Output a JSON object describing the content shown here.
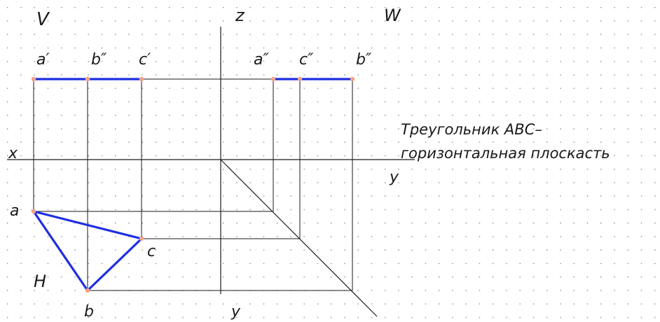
{
  "diagram": {
    "plane_labels": {
      "V": "V",
      "W": "W",
      "H": "H"
    },
    "axis_labels": {
      "x": "x",
      "z": "z",
      "y_right": "y",
      "y_bottom": "y"
    },
    "frontal_point_labels": {
      "a": "a′",
      "b": "b″",
      "c": "c′"
    },
    "profile_point_labels": {
      "a": "a″",
      "c": "c″",
      "b": "b″"
    },
    "horizontal_point_labels": {
      "a": "a",
      "b": "b",
      "c": "c"
    },
    "caption_line1": "Треугольник ABC–",
    "caption_line2": "горизонтальная плоскасть",
    "colors": {
      "construction_line": "#1a1a1a",
      "projection_line": "#1f2ee0",
      "point_marker": "#f0a38a",
      "grid_dot": "#8a8a8a"
    }
  }
}
